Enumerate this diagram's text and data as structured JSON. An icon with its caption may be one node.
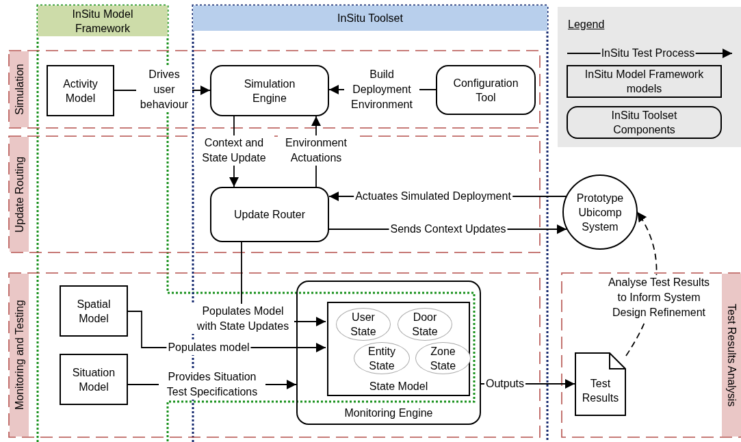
{
  "diagram": {
    "nodes": [
      {
        "text": [
          "InSitu Model Framework"
        ]
      },
      {
        "text": [
          "InSitu Toolset"
        ]
      },
      {
        "text": [
          "Simulation"
        ]
      },
      {
        "text": [
          "Update Routing"
        ]
      },
      {
        "text": [
          "Monitoring and Testing"
        ]
      },
      {
        "text": [
          "Test Results Analysis"
        ]
      },
      {
        "text": [
          "Activity Model"
        ]
      },
      {
        "text": [
          "Simulation Engine"
        ]
      },
      {
        "text": [
          "Configuration Tool"
        ]
      },
      {
        "text": [
          "Update Router"
        ]
      },
      {
        "text": [
          "Prototype Ubicomp System"
        ]
      },
      {
        "text": [
          "Spatial Model"
        ]
      },
      {
        "text": [
          "Situation Model"
        ]
      },
      {
        "text": [
          "Monitoring Engine"
        ]
      },
      {
        "text": [
          "State Model"
        ],
        "in": 13
      },
      {
        "text": [
          "User State"
        ],
        "in": 14
      },
      {
        "text": [
          "Door State"
        ],
        "in": 14
      },
      {
        "text": [
          "Entity State"
        ],
        "in": 14
      },
      {
        "text": [
          "Zone State"
        ],
        "in": 14
      },
      {
        "text": [
          "Test Results"
        ]
      }
    ],
    "edges": [
      {
        "from": 6,
        "to": 7,
        "arrow": "to",
        "label": "Drives user behaviour"
      },
      {
        "from": 8,
        "to": 7,
        "arrow": "to",
        "label": "Build Deployment Environment"
      },
      {
        "from": 7,
        "to": 9,
        "arrow": "to",
        "label": "Context and State Update"
      },
      {
        "from": 9,
        "to": 7,
        "arrow": "to",
        "label": "Environment Actuations"
      },
      {
        "from": 10,
        "to": 9,
        "arrow": "to",
        "label": "Actuates Simulated Deployment"
      },
      {
        "from": 9,
        "to": 10,
        "arrow": "to",
        "label": "Sends Context Updates"
      },
      {
        "from": 9,
        "to": 14,
        "arrow": "to",
        "label": "Populates Model with State Updates"
      },
      {
        "from": 11,
        "to": 14,
        "arrow": "to",
        "label": "Populates model"
      },
      {
        "from": 12,
        "to": 13,
        "arrow": "to",
        "label": "Provides Situation Test Specifications"
      },
      {
        "from": 13,
        "to": 19,
        "arrow": "to",
        "label": "Outputs"
      },
      {
        "from": 19,
        "to": 10,
        "arrow": "to",
        "label": "Analyse Test Results to Inform System Design Refinement",
        "style": "dashed"
      }
    ],
    "labels": [
      "Legend"
    ],
    "legend": [
      {
        "text": "InSitu Test Process"
      },
      {
        "text": "InSitu Model Framework models"
      },
      {
        "text": "InSitu Toolset Components"
      }
    ]
  }
}
